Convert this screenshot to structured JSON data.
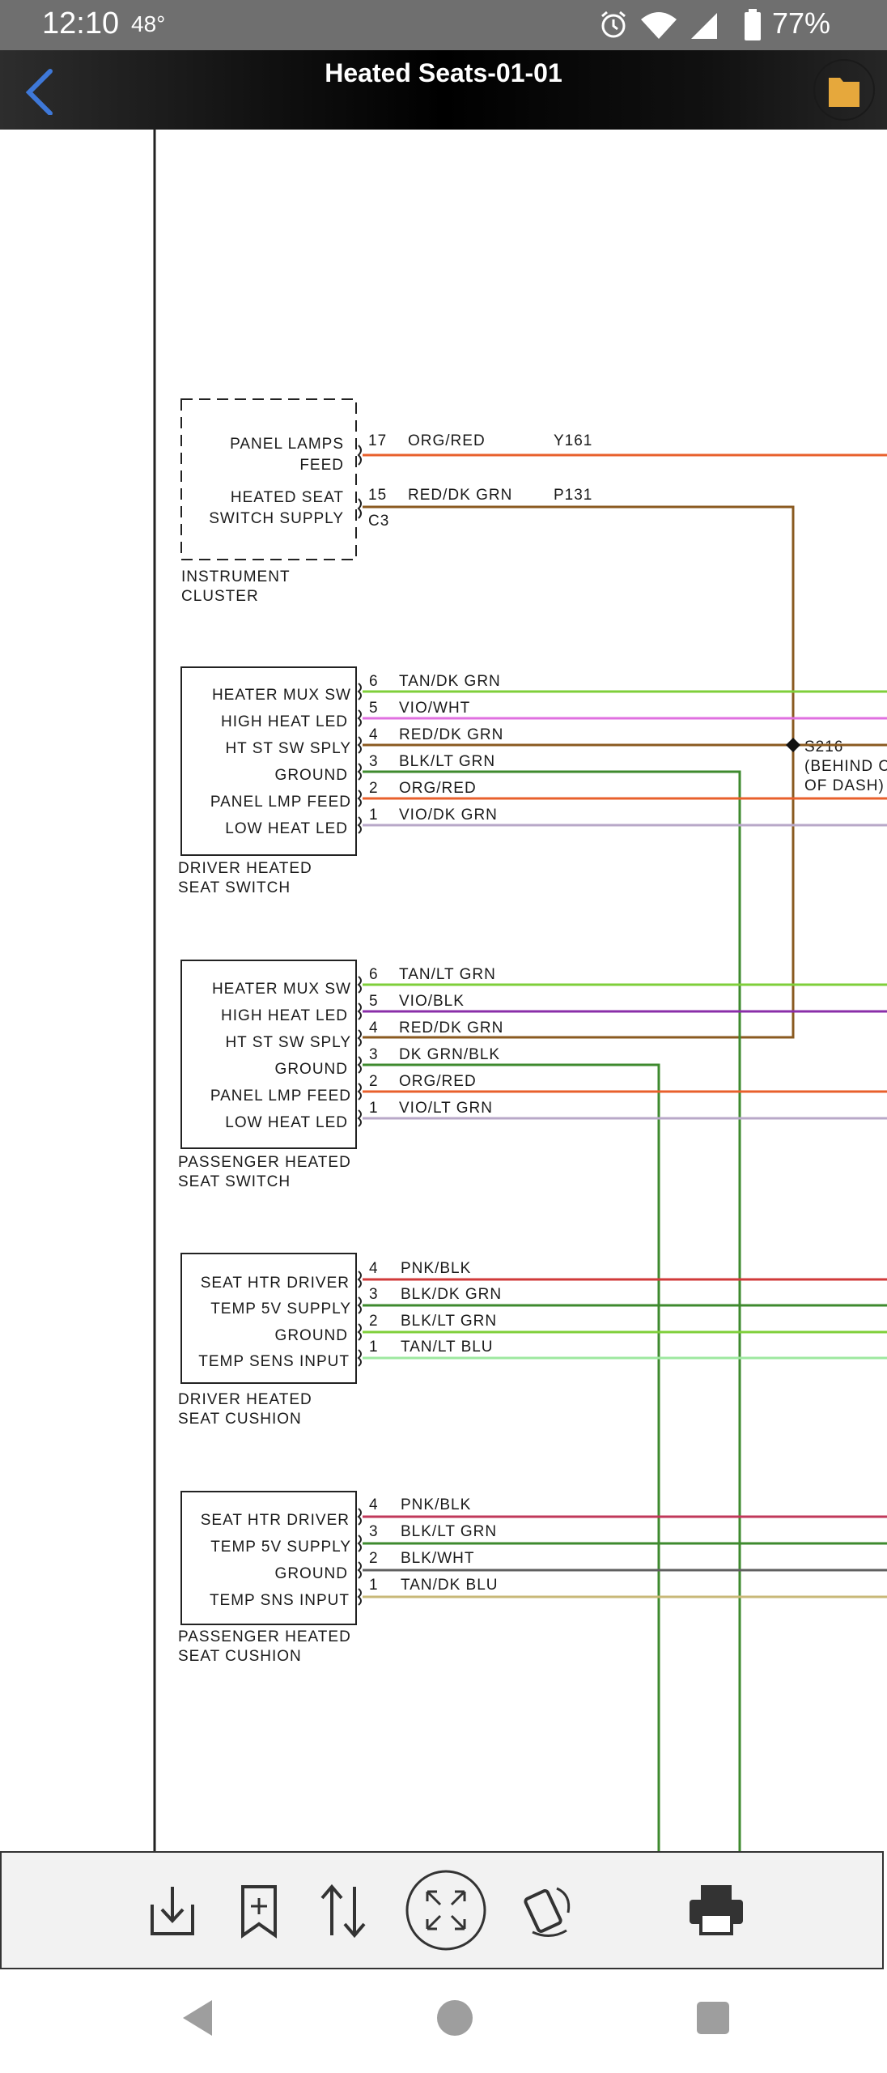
{
  "status_bar": {
    "time": "12:10",
    "temperature": "48°",
    "battery": "77%",
    "icons": [
      "alarm-icon",
      "wifi-icon",
      "signal-icon",
      "battery-icon"
    ]
  },
  "title_bar": {
    "title": "Heated Seats-01-01",
    "icons": [
      "back-arrow-icon",
      "folder-icon"
    ]
  },
  "diagram": {
    "wire_colors": {
      "orange": "#e8602c",
      "brown": "#8a5a20",
      "green": "#7fcf3a",
      "magenta": "#e070e0",
      "red": "#d03a3a",
      "darkgreen": "#3e8a2e",
      "purple": "#8a2ea8",
      "salmon": "#f08a6a",
      "lavender": "#b8a8c8",
      "lightgreen": "#9ee8a0",
      "pink": "#c0385a",
      "gray": "#606060",
      "khaki": "#c8b878"
    },
    "instrument_cluster": {
      "label_line1": "INSTRUMENT",
      "label_line2": "CLUSTER",
      "pin1_line1": "PANEL LAMPS",
      "pin1_line2": "FEED",
      "pin2_line1": "HEATED SEAT",
      "pin2_line2": "SWITCH SUPPLY",
      "connector": "C3",
      "wires": [
        {
          "pin": "17",
          "color": "ORG/RED",
          "circuit": "Y161"
        },
        {
          "pin": "15",
          "color": "RED/DK GRN",
          "circuit": "P131"
        }
      ]
    },
    "splice": {
      "id": "S216",
      "note_line1": "(BEHIND C",
      "note_line2": "OF DASH)"
    },
    "driver_switch": {
      "label_line1": "DRIVER HEATED",
      "label_line2": "SEAT SWITCH",
      "pins": [
        {
          "name": "HEATER MUX SW",
          "pin": "6",
          "color": "TAN/DK GRN"
        },
        {
          "name": "HIGH HEAT LED",
          "pin": "5",
          "color": "VIO/WHT"
        },
        {
          "name": "HT ST SW SPLY",
          "pin": "4",
          "color": "RED/DK GRN"
        },
        {
          "name": "GROUND",
          "pin": "3",
          "color": "BLK/LT GRN"
        },
        {
          "name": "PANEL LMP FEED",
          "pin": "2",
          "color": "ORG/RED"
        },
        {
          "name": "LOW HEAT LED",
          "pin": "1",
          "color": "VIO/DK GRN"
        }
      ]
    },
    "passenger_switch": {
      "label_line1": "PASSENGER HEATED",
      "label_line2": "SEAT SWITCH",
      "pins": [
        {
          "name": "HEATER MUX SW",
          "pin": "6",
          "color": "TAN/LT GRN"
        },
        {
          "name": "HIGH HEAT LED",
          "pin": "5",
          "color": "VIO/BLK"
        },
        {
          "name": "HT ST SW SPLY",
          "pin": "4",
          "color": "RED/DK GRN"
        },
        {
          "name": "GROUND",
          "pin": "3",
          "color": "DK GRN/BLK"
        },
        {
          "name": "PANEL LMP FEED",
          "pin": "2",
          "color": "ORG/RED"
        },
        {
          "name": "LOW HEAT LED",
          "pin": "1",
          "color": "VIO/LT GRN"
        }
      ]
    },
    "driver_cushion": {
      "label_line1": "DRIVER HEATED",
      "label_line2": "SEAT CUSHION",
      "pins": [
        {
          "name": "SEAT HTR DRIVER",
          "pin": "4",
          "color": "PNK/BLK"
        },
        {
          "name": "TEMP 5V SUPPLY",
          "pin": "3",
          "color": "BLK/DK GRN"
        },
        {
          "name": "GROUND",
          "pin": "2",
          "color": "BLK/LT GRN"
        },
        {
          "name": "TEMP SENS INPUT",
          "pin": "1",
          "color": "TAN/LT BLU"
        }
      ]
    },
    "passenger_cushion": {
      "label_line1": "PASSENGER HEATED",
      "label_line2": "SEAT CUSHION",
      "pins": [
        {
          "name": "SEAT HTR DRIVER",
          "pin": "4",
          "color": "PNK/BLK"
        },
        {
          "name": "TEMP 5V SUPPLY",
          "pin": "3",
          "color": "BLK/LT GRN"
        },
        {
          "name": "GROUND",
          "pin": "2",
          "color": "BLK/WHT"
        },
        {
          "name": "TEMP SNS INPUT",
          "pin": "1",
          "color": "TAN/DK BLU"
        }
      ]
    }
  },
  "toolbar": {
    "icons": [
      "download-icon",
      "bookmark-add-icon",
      "sort-icon",
      "fit-screen-icon",
      "rotate-icon",
      "print-icon"
    ]
  },
  "nav_bar": {
    "icons": [
      "back-triangle-icon",
      "home-circle-icon",
      "recents-square-icon"
    ]
  }
}
